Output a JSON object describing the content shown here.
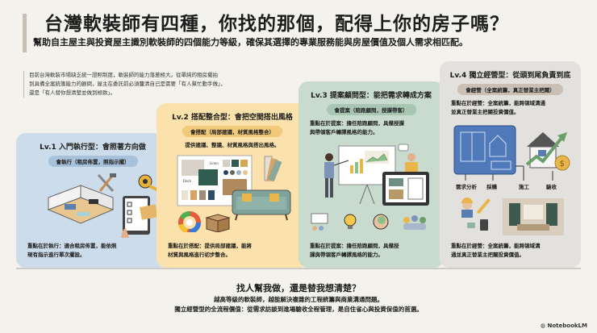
{
  "header": {
    "title": "台灣軟裝師有四種，你找的那個，配得上你的房子嗎？",
    "subtitle": "幫助自主屋主與投資屋主識別軟裝師的四個能力等級，確保其選擇的專業服務能與房屋價值及個人需求相匹配。"
  },
  "intro": {
    "lines": [
      "目前台灣軟裝市場缺乏統一證照制度，軟裝師的能力落差極大。從單純的租房擺拍",
      "到具備全案統籌能力的顧問，屋主在委託前必須釐清自己是需要「有人幫忙動手做」，",
      "還是「有人替你想清楚並做到極致」。"
    ]
  },
  "levels": [
    {
      "title": "Lv.1 入門執行型：會照著方向做",
      "pill": "會執行（租房佈置，照指示擺）",
      "description": "",
      "focus": [
        "重點在於執行：適合租房佈置，能依照",
        "現有指示進行單次擺設。"
      ],
      "color": "#cddcea"
    },
    {
      "title": "Lv.2 搭配整合型：會把空間搭出風格",
      "pill": "會搭配（局部建議，材質風格整合）",
      "description": "提供建議、整議、材質風格與搭出風格。",
      "illustration_labels": [
        "Linen",
        "Deck"
      ],
      "focus": [
        "重點在於搭配：提供局部建議，能將",
        "材質與風格進行初步整合。"
      ],
      "color": "#fbe2ac"
    },
    {
      "title": "Lv.3 提案顧問型：能把需求轉成方案",
      "pill": "會提案（陪跑顧問，授課帶客）",
      "description": [
        "重點在於提案：擔任陪跑顧問，具備授課",
        "與帶領客戶轉譯風格的能力。"
      ],
      "focus": [
        "重點在於提案：擔任陪跑顧問，具備授",
        "課與帶領客戶轉譯風格的能力。"
      ],
      "color": "#c9dbcf"
    },
    {
      "title": "Lv.4 獨立經營型：從頭到尾負責到底",
      "pill": "會經營（全案統籌，真正替業主把關）",
      "description": [
        "重點在於經營：全案統籌，能跨領域溝通",
        "並真正替業主把關投資價值。"
      ],
      "process_steps": [
        "需求分析",
        "採購",
        "施工",
        "驗收"
      ],
      "focus": [
        "重點在於經營：全案統籌，能跨領域溝",
        "通並真正替業主把關投資價值。"
      ],
      "color": "#e3e1de"
    }
  ],
  "bottom": {
    "question": "找人幫我做，還是替我想清楚？",
    "line1": "越高等級的軟裝師，越能解決複雜的工程統籌與商業溝通問題。",
    "line2": "獨立經營型的全流程價值：從需求訪談到進場驗收全程管理，是自住省心與投資保值的首選。"
  },
  "brand": "NotebookLM"
}
